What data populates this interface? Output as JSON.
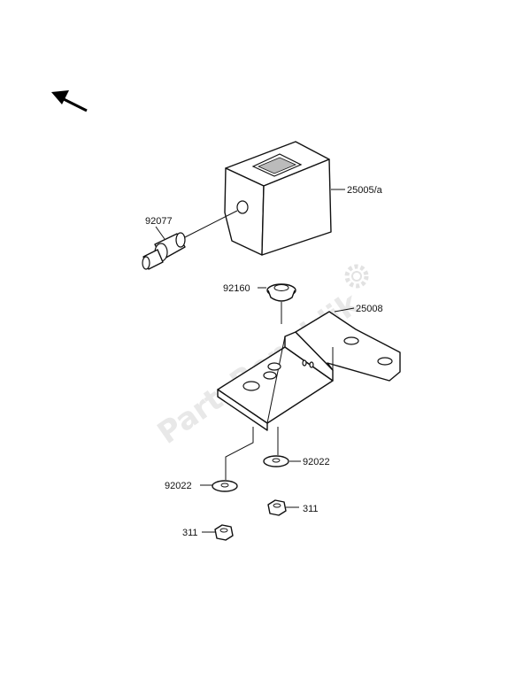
{
  "watermark": {
    "text": "PartsRepublik",
    "icon": "gear-icon"
  },
  "direction_arrow": {
    "icon": "arrow-up-left-icon"
  },
  "callouts": [
    {
      "id": "cover",
      "label": "25005/a"
    },
    {
      "id": "connector",
      "label": "92077"
    },
    {
      "id": "grommet",
      "label": "92160"
    },
    {
      "id": "bracket",
      "label": "25008"
    },
    {
      "id": "washer-right",
      "label": "92022"
    },
    {
      "id": "washer-left",
      "label": "92022"
    },
    {
      "id": "nut-right",
      "label": "311"
    },
    {
      "id": "nut-left",
      "label": "311"
    }
  ]
}
